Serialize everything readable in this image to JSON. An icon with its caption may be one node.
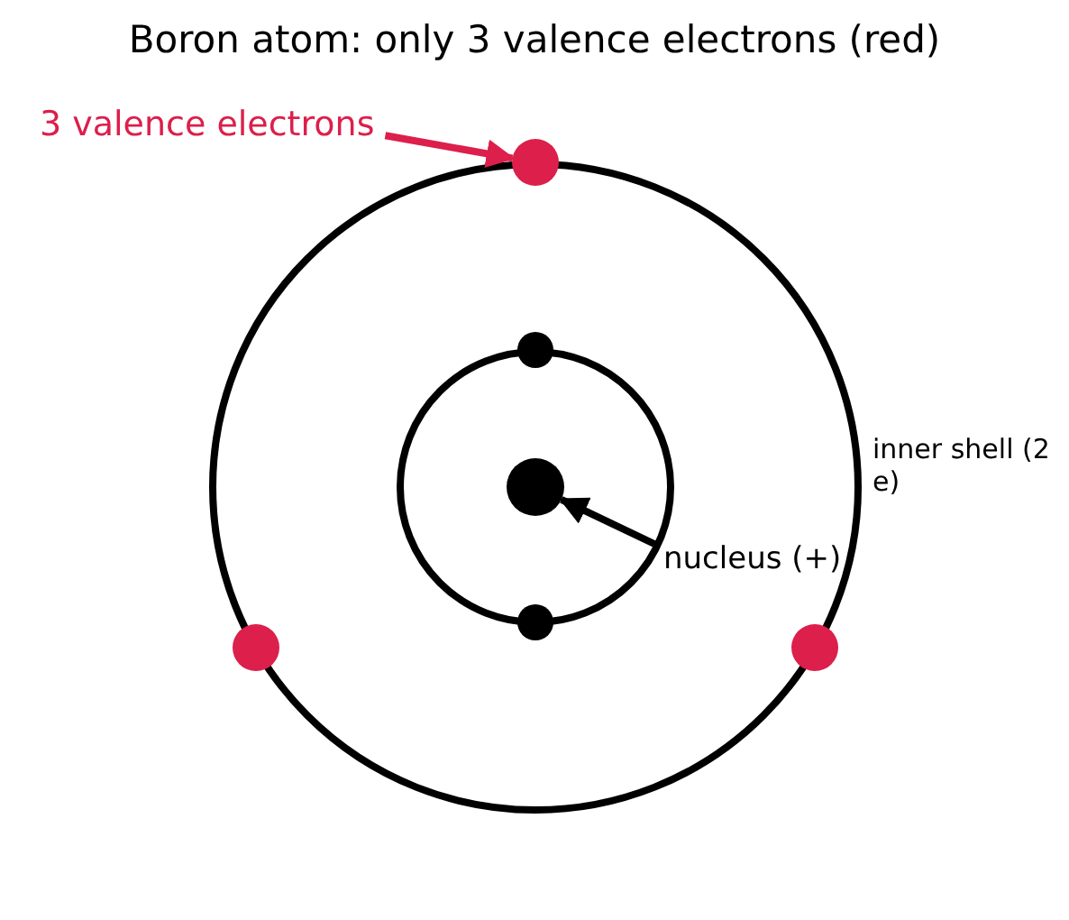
{
  "diagram": {
    "title": "Boron atom: only 3 valence electrons (red)",
    "nodes": [
      {
        "text": [
          "3 valence electrons"
        ]
      },
      {
        "text": [],
        "shape": "circle"
      },
      {
        "text": [
          "nucleus (+)"
        ]
      },
      {
        "text": [],
        "shape": "circle"
      }
    ],
    "edges": [
      {
        "from": 0,
        "to": 1,
        "arrow": "to",
        "color": "#dc1f4b"
      },
      {
        "from": 2,
        "to": 3,
        "arrow": "to",
        "color": "#000000"
      }
    ],
    "labels": [
      "inner shell (2 e)"
    ]
  }
}
